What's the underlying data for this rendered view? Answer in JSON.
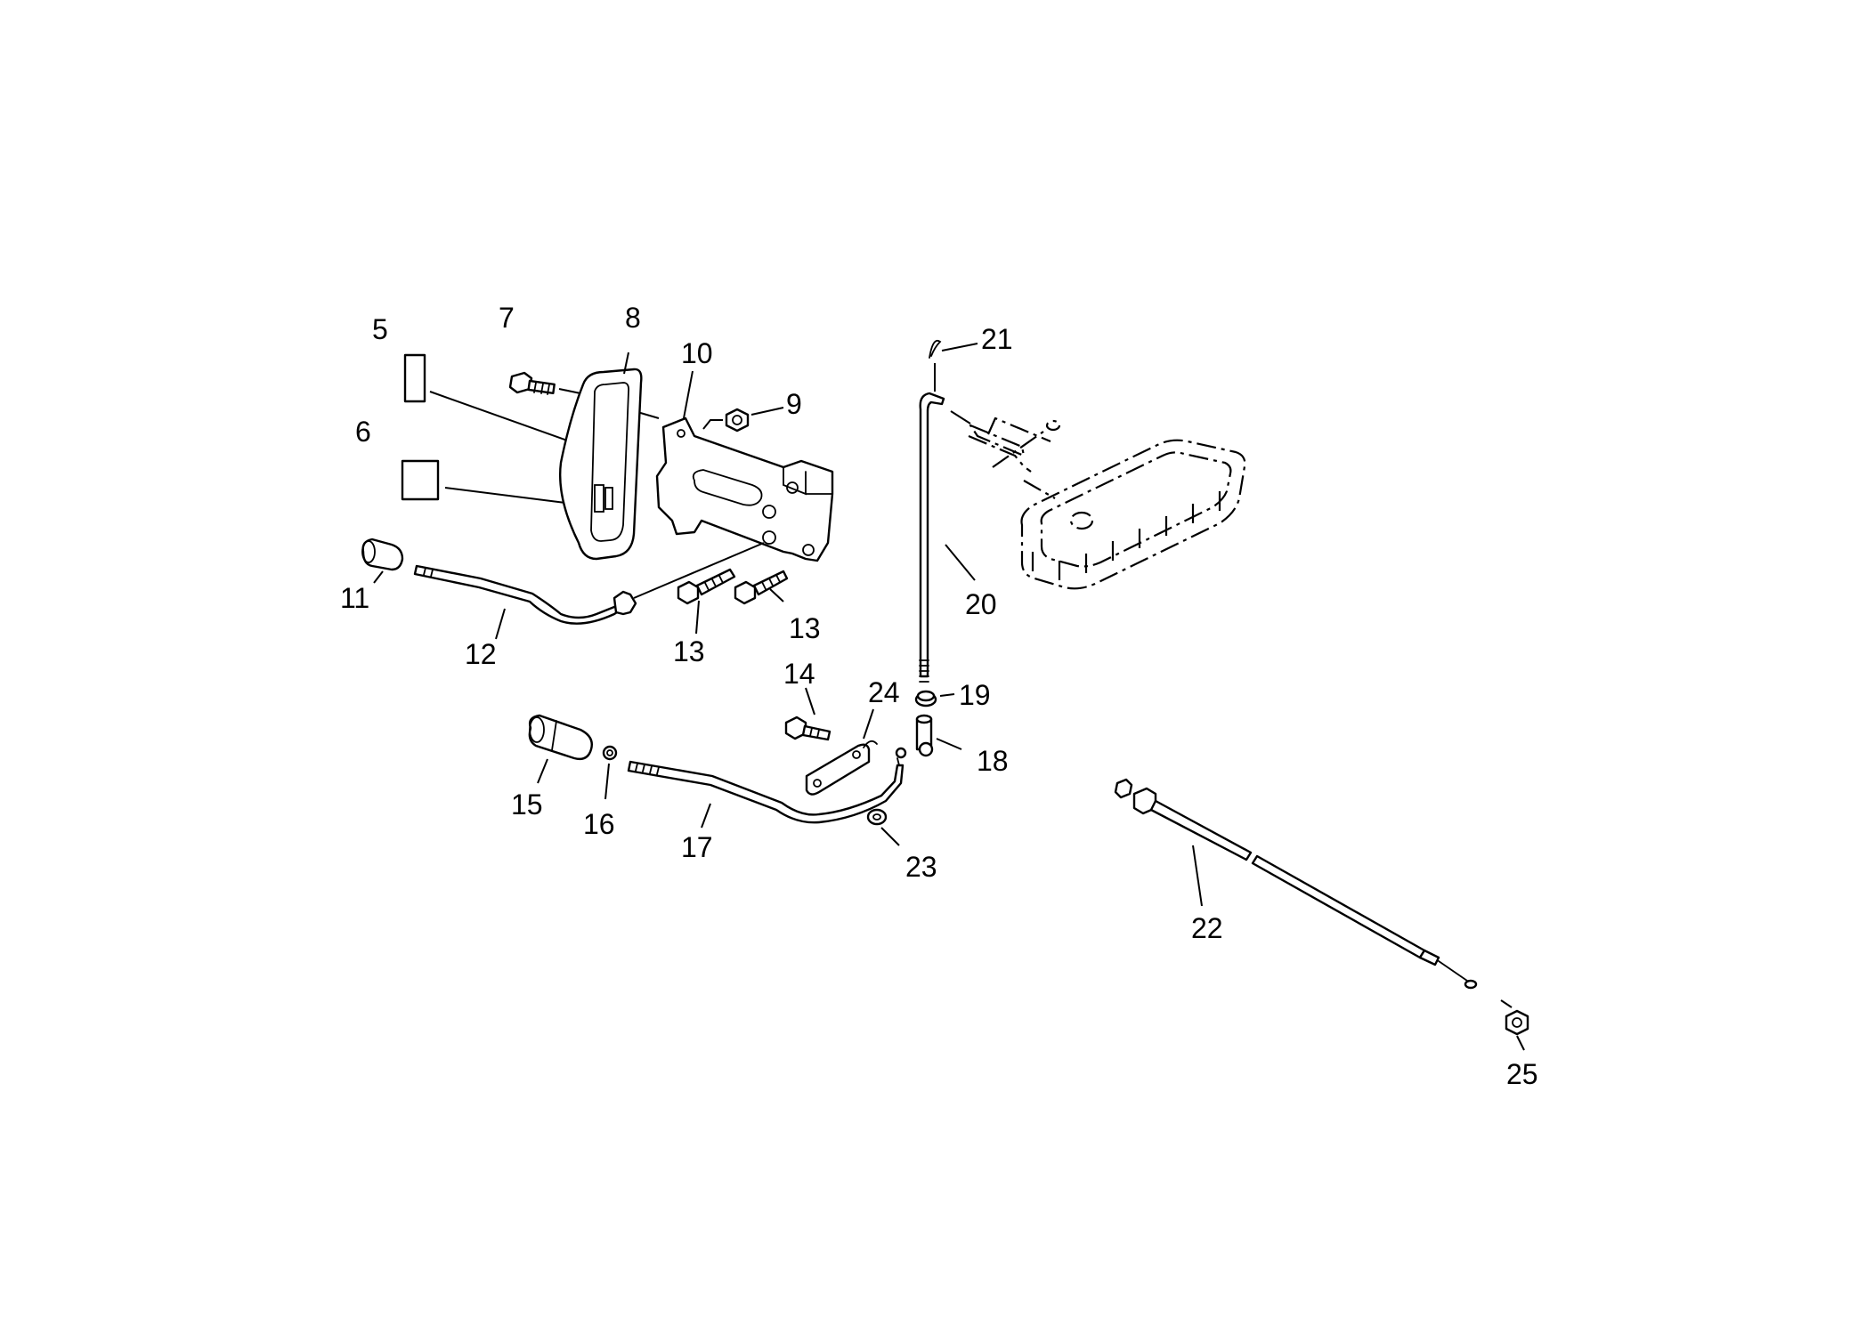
{
  "callouts": [
    {
      "id": "c5",
      "label": "5"
    },
    {
      "id": "c6",
      "label": "6"
    },
    {
      "id": "c7",
      "label": "7"
    },
    {
      "id": "c8",
      "label": "8"
    },
    {
      "id": "c9",
      "label": "9"
    },
    {
      "id": "c10",
      "label": "10"
    },
    {
      "id": "c11",
      "label": "11"
    },
    {
      "id": "c12",
      "label": "12"
    },
    {
      "id": "c13a",
      "label": "13"
    },
    {
      "id": "c13b",
      "label": "13"
    },
    {
      "id": "c14",
      "label": "14"
    },
    {
      "id": "c15",
      "label": "15"
    },
    {
      "id": "c16",
      "label": "16"
    },
    {
      "id": "c17",
      "label": "17"
    },
    {
      "id": "c18",
      "label": "18"
    },
    {
      "id": "c19",
      "label": "19"
    },
    {
      "id": "c20",
      "label": "20"
    },
    {
      "id": "c21",
      "label": "21"
    },
    {
      "id": "c22",
      "label": "22"
    },
    {
      "id": "c23",
      "label": "23"
    },
    {
      "id": "c24",
      "label": "24"
    },
    {
      "id": "c25",
      "label": "25"
    }
  ]
}
